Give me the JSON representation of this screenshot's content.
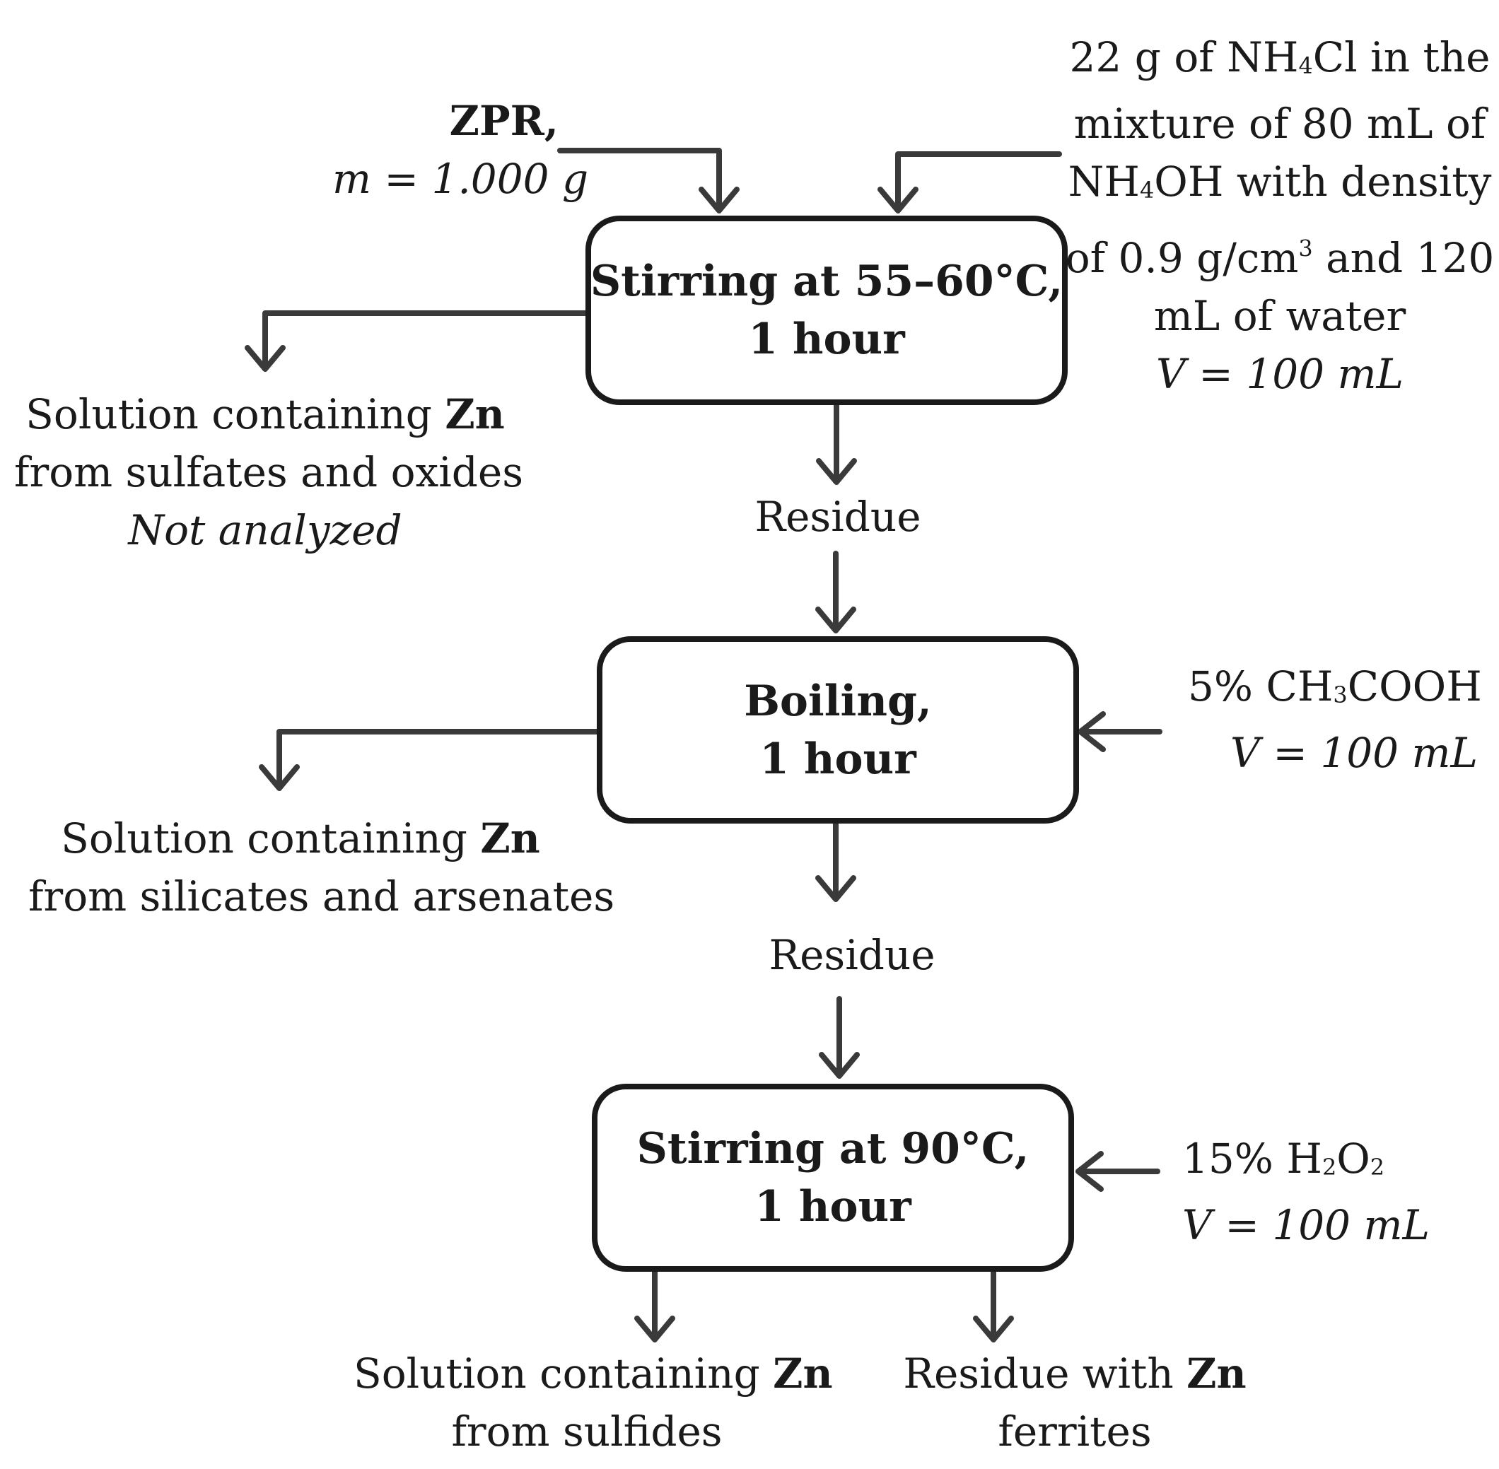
{
  "input": {
    "name": "ZPR,",
    "mass": "m = 1.000 g"
  },
  "reagent1": {
    "line1_a": "22 g of NH",
    "line1_sub": "4",
    "line1_b": "Cl in the",
    "line2": "mixture of 80 mL of",
    "line3_a": "NH",
    "line3_sub": "4",
    "line3_b": "OH with density",
    "line4_a": "of 0.9 g/cm",
    "line4_sup": "3",
    "line4_b": " and 120",
    "line5": "mL of water",
    "volume": "V = 100 mL"
  },
  "step1": {
    "line1": "Stirring at 55–60°C,",
    "line2": "1 hour"
  },
  "output1": {
    "line1_a": "Solution containing ",
    "line1_b": "Zn",
    "line2": "from sulfates and oxides",
    "note": "Not analyzed"
  },
  "residue1": "Residue",
  "step2": {
    "line1": "Boiling,",
    "line2": "1 hour"
  },
  "reagent2": {
    "line1_a": "5% CH",
    "line1_sub": "3",
    "line1_b": "COOH",
    "volume": "V = 100 mL"
  },
  "output2": {
    "line1_a": "Solution containing ",
    "line1_b": "Zn",
    "line2": "from silicates and arsenates"
  },
  "residue2": "Residue",
  "step3": {
    "line1": "Stirring at 90°C,",
    "line2": "1 hour"
  },
  "reagent3": {
    "line1_a": "15% H",
    "line1_sub": "2",
    "line1_b": "O",
    "line1_sub2": "2",
    "volume": "V = 100 mL"
  },
  "output3": {
    "line1_a": "Solution containing ",
    "line1_b": "Zn",
    "line2": "from sulfides"
  },
  "output4": {
    "line1_a": "Residue with ",
    "line1_b": "Zn",
    "line2": "ferrites"
  }
}
